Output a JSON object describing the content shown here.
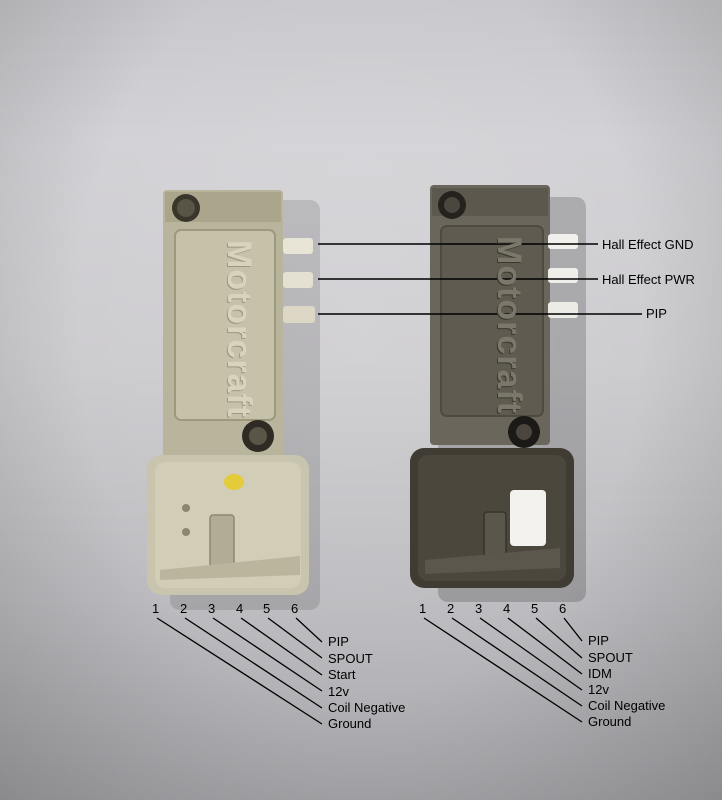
{
  "photo": {
    "left_module": {
      "brand": "Motorcraft",
      "pins": [
        "1",
        "2",
        "3",
        "4",
        "5",
        "6"
      ],
      "pin_labels": [
        "PIP",
        "SPOUT",
        "Start",
        "12v",
        "Coil Negative",
        "Ground"
      ]
    },
    "right_module": {
      "brand": "Motorcraft",
      "pins": [
        "1",
        "2",
        "3",
        "4",
        "5",
        "6"
      ],
      "pin_labels": [
        "PIP",
        "SPOUT",
        "IDM",
        "12v",
        "Coil Negative",
        "Ground"
      ]
    },
    "sensor_labels": [
      "Hall Effect GND",
      "Hall Effect PWR",
      "PIP"
    ],
    "colors": {
      "left_body": "#bdb8a2",
      "right_body": "#4a463d",
      "background": "#cbcacd",
      "annotation_line": "#000000"
    }
  }
}
